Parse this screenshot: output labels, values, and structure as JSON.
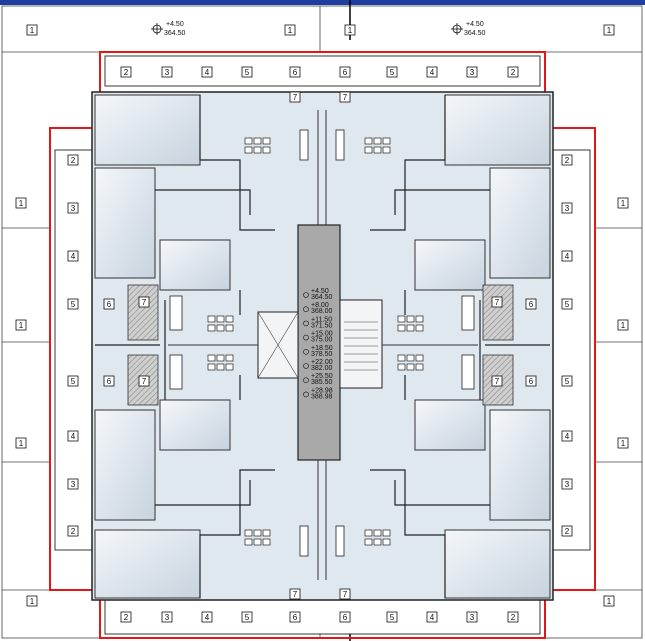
{
  "plan": {
    "outline_color": "#e01818",
    "floor_fill": "#dfe7ef",
    "core_fill": "#a9a9a9",
    "top_bar_color": "#1e3fa0",
    "level_marks": [
      {
        "id": "top-left",
        "lines": [
          "+4.50",
          "364.50"
        ]
      },
      {
        "id": "top-right",
        "lines": [
          "+4.50",
          "364.50"
        ]
      }
    ],
    "core_levels": [
      "+4.50",
      "364.50",
      "+8.00",
      "368.00",
      "+11.50",
      "371.50",
      "+15.00",
      "375.00",
      "+18.50",
      "378.50",
      "+22.00",
      "382.00",
      "+25.50",
      "385.50",
      "+28.98",
      "388.98"
    ],
    "tags": {
      "outer": "1",
      "balcony_a": "2",
      "balcony_b": "3",
      "balcony_c": "4",
      "balcony_d": "5",
      "balcony_e": "6",
      "balcony_f": "7"
    }
  }
}
